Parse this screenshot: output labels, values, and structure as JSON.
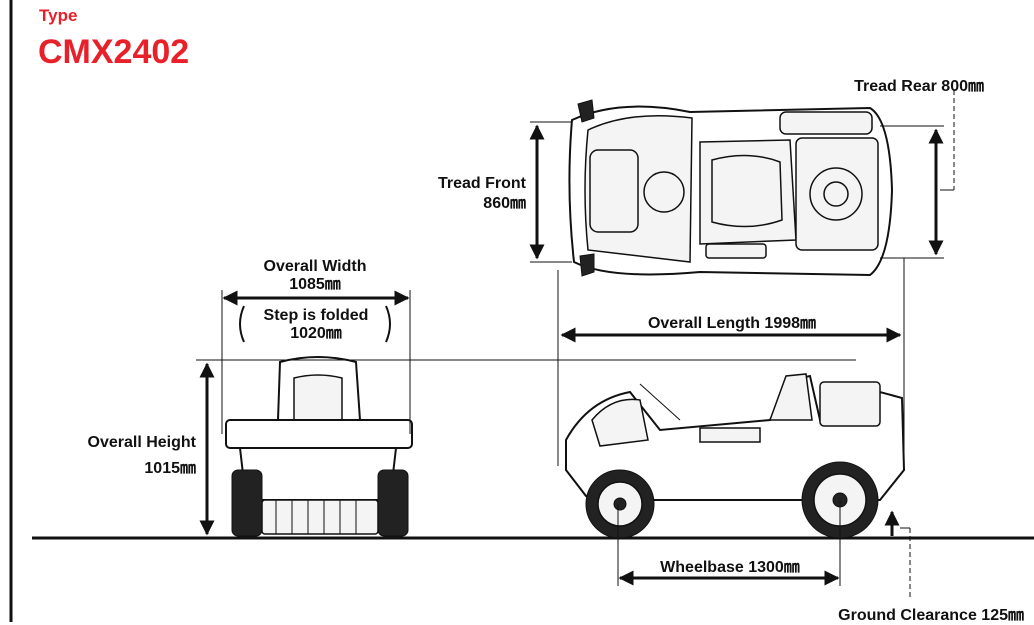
{
  "header": {
    "type_label": "Type",
    "model": "CMX2402"
  },
  "dimensions": {
    "overall_width_label": "Overall Width",
    "overall_width_value": "1085㎜",
    "step_folded_label": "Step is folded",
    "step_folded_value": "1020㎜",
    "overall_height_label": "Overall Height",
    "overall_height_value": "1015㎜",
    "tread_front_label": "Tread Front",
    "tread_front_value": "860㎜",
    "tread_rear": "Tread Rear 800㎜",
    "overall_length": "Overall Length 1998㎜",
    "wheelbase": "Wheelbase 1300㎜",
    "ground_clearance": "Ground Clearance 125㎜"
  },
  "colors": {
    "title_red": "#e8202a",
    "line": "#111111"
  }
}
